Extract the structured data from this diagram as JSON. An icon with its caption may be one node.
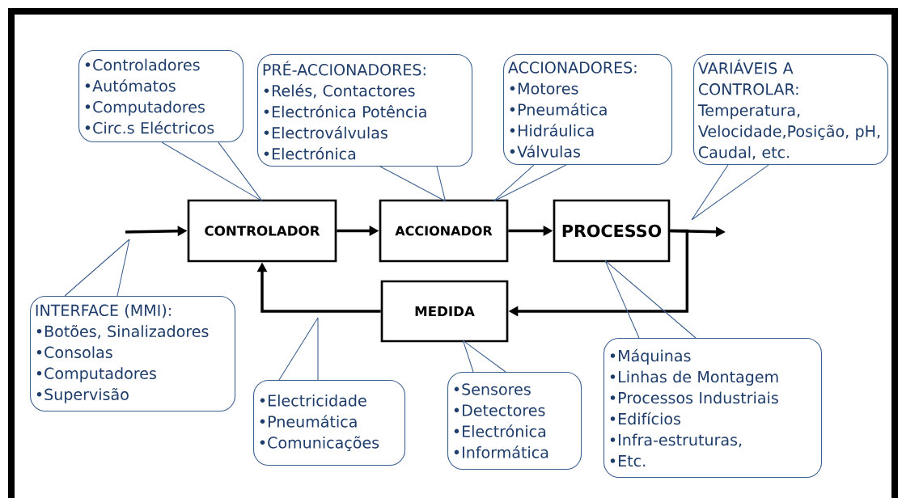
{
  "diagram": {
    "nodes": [
      {
        "text": [
          "CONTROLADOR"
        ]
      },
      {
        "text": [
          "ACCIONADOR"
        ]
      },
      {
        "text": [
          "PROCESSO"
        ]
      },
      {
        "text": [
          "MEDIDA"
        ]
      },
      {
        "text": [
          "•Controladores",
          "•Autómatos",
          "•Computadores",
          "•Circ.s Eléctricos"
        ]
      },
      {
        "text": [
          "PRÉ-ACCIONADORES:",
          "•Relés, Contactores",
          "•Electrónica Potência",
          "•Electroválvulas",
          "•Electrónica"
        ]
      },
      {
        "text": [
          "ACCIONADORES:",
          "•Motores",
          "•Pneumática",
          "•Hidráulica",
          "•Válvulas"
        ]
      },
      {
        "text": [
          "VARIÁVEIS A CONTROLAR:",
          "Temperatura, Velocidade,Posição, pH, Caudal, etc."
        ]
      },
      {
        "text": [
          "INTERFACE (MMI):",
          "•Botões, Sinalizadores",
          "•Consolas",
          "•Computadores",
          "•Supervisão"
        ]
      },
      {
        "text": [
          "•Electricidade",
          "•Pneumática",
          "•Comunicações"
        ]
      },
      {
        "text": [
          "•Sensores",
          "•Detectores",
          "•Electrónica",
          "•Informática"
        ]
      },
      {
        "text": [
          "•Máquinas",
          "•Linhas de Montagem",
          "•Processos Industriais",
          "•Edifícios",
          "•Infra-estruturas,",
          "•Etc."
        ]
      }
    ],
    "edges": [
      {
        "from": null,
        "to": 0,
        "arrow": "to",
        "style": "thick",
        "color": "#000000"
      },
      {
        "from": 0,
        "to": 1,
        "arrow": "to",
        "style": "thick",
        "color": "#000000"
      },
      {
        "from": 1,
        "to": 2,
        "arrow": "to",
        "style": "thick",
        "color": "#000000"
      },
      {
        "from": 2,
        "to": null,
        "arrow": "to",
        "style": "thick",
        "color": "#000000"
      },
      {
        "from": 2,
        "to": 3,
        "arrow": "to",
        "style": "thick",
        "color": "#000000"
      },
      {
        "from": 3,
        "to": 0,
        "arrow": "to",
        "style": "thick",
        "color": "#000000"
      },
      {
        "from": 4,
        "to": 0,
        "arrow": "none"
      },
      {
        "from": 5,
        "to": 1,
        "arrow": "none"
      },
      {
        "from": 6,
        "to": 1,
        "arrow": "none"
      },
      {
        "from": 7,
        "to": null,
        "arrow": "none"
      },
      {
        "from": 8,
        "to": null,
        "arrow": "none"
      },
      {
        "from": 9,
        "to": null,
        "arrow": "none"
      },
      {
        "from": 10,
        "to": 3,
        "arrow": "none"
      },
      {
        "from": 11,
        "to": 2,
        "arrow": "none"
      }
    ]
  }
}
